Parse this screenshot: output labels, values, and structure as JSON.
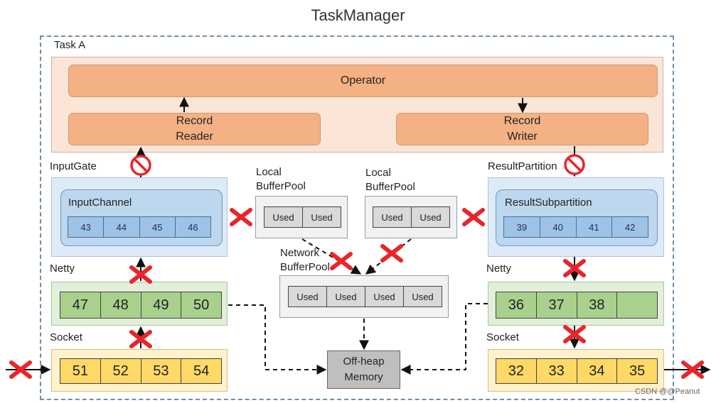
{
  "title": "TaskManager",
  "task_label": "Task A",
  "operator": "Operator",
  "record_reader": [
    "Record",
    "Reader"
  ],
  "record_writer": [
    "Record",
    "Writer"
  ],
  "input_gate": {
    "label": "InputGate",
    "channel_label": "InputChannel",
    "buffers": [
      "43",
      "44",
      "45",
      "46"
    ]
  },
  "result_partition": {
    "label": "ResultPartition",
    "subpartition_label": "ResultSubpartition",
    "buffers": [
      "39",
      "40",
      "41",
      "42"
    ]
  },
  "local_pool_left": {
    "label": [
      "Local",
      "BufferPool"
    ],
    "buffers": [
      "Used",
      "Used"
    ]
  },
  "local_pool_right": {
    "label": [
      "Local",
      "BufferPool"
    ],
    "buffers": [
      "Used",
      "Used"
    ]
  },
  "network_pool": {
    "label": [
      "Network",
      "BufferPool"
    ],
    "buffers": [
      "Used",
      "Used",
      "Used",
      "Used"
    ]
  },
  "netty_left": {
    "label": "Netty",
    "buffers": [
      "47",
      "48",
      "49",
      "50"
    ]
  },
  "netty_right": {
    "label": "Netty",
    "buffers": [
      "36",
      "37",
      "38",
      ""
    ]
  },
  "socket_left": {
    "label": "Socket",
    "buffers": [
      "51",
      "52",
      "53",
      "54"
    ]
  },
  "socket_right": {
    "label": "Socket",
    "buffers": [
      "32",
      "33",
      "34",
      "35"
    ]
  },
  "offheap": [
    "Off-heap",
    "Memory"
  ],
  "watermark": "CSDN @@Peanut",
  "colors": {
    "task_bg": "#fbe5d6",
    "operator": "#f4b183",
    "buffer_blue": "#9dc3e6",
    "netty_green": "#a9d18e",
    "socket_yellow": "#ffd966",
    "blocked_red": "#e8262a",
    "dashed_border": "#6f8fa8"
  },
  "icons": [
    "blocked-cross-icon",
    "no-entry-icon",
    "arrow-icon",
    "dashed-arrow-icon"
  ]
}
